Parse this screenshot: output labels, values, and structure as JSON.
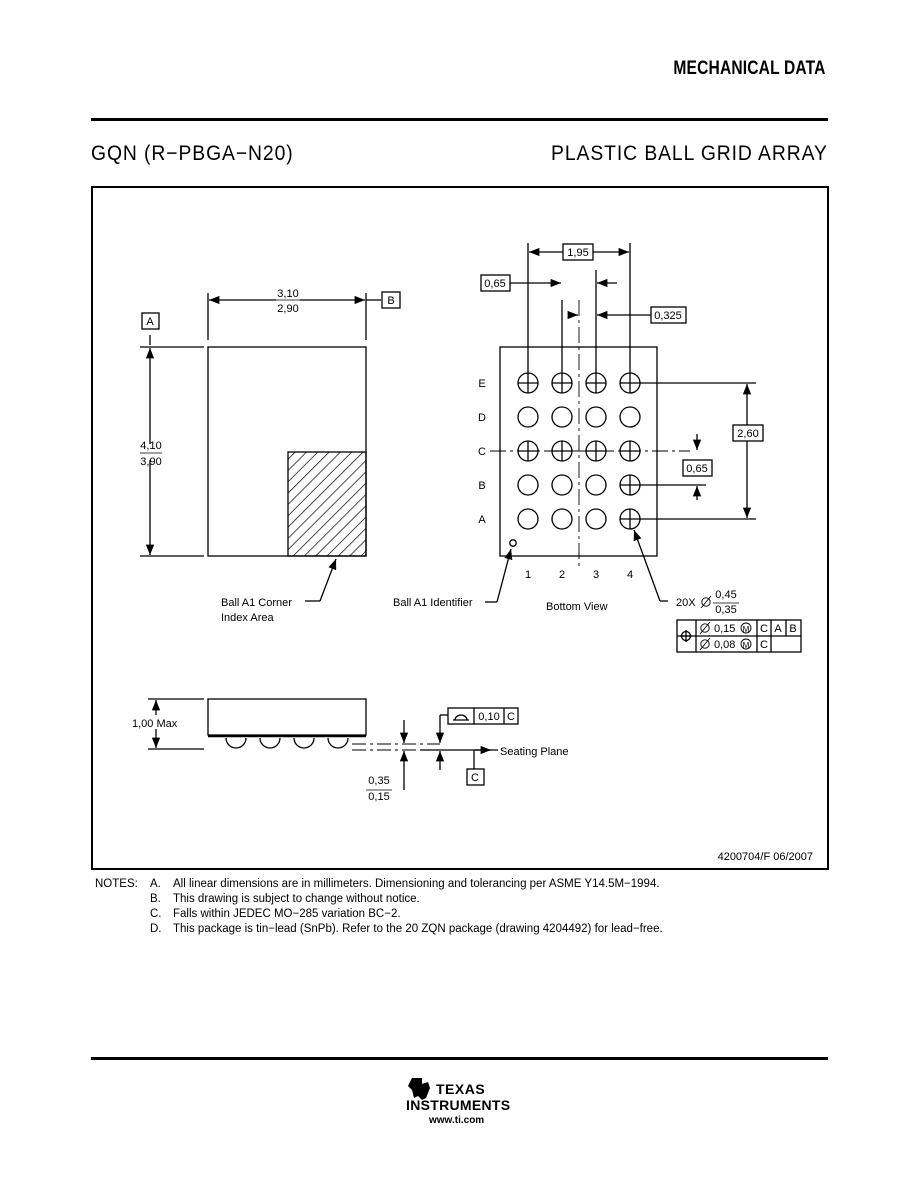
{
  "header": {
    "section_title": "MECHANICAL DATA",
    "package_code": "GQN (R−PBGA−N20)",
    "package_type": "PLASTIC BALL GRID ARRAY"
  },
  "drawing": {
    "datum_a": "A",
    "datum_b": "B",
    "datum_c": "C",
    "width_max": "3,10",
    "width_min": "2,90",
    "length_max": "4,10",
    "length_min": "3,90",
    "pitch_span": "1,95",
    "pitch": "0,65",
    "half_pitch": "0,325",
    "row_span": "2,60",
    "row_pitch": "0,65",
    "row_labels": [
      "E",
      "D",
      "C",
      "B",
      "A"
    ],
    "col_labels": [
      "1",
      "2",
      "3",
      "4"
    ],
    "ball_a1_corner": [
      "Ball A1 Corner",
      "Index Area"
    ],
    "ball_a1_identifier": "Ball A1 Identifier",
    "bottom_view": "Bottom View",
    "ball_count": "20X",
    "ball_dia_max": "0,45",
    "ball_dia_min": "0,35",
    "tol1": "0,15",
    "tol2": "0,08",
    "height_max": "1,00 Max",
    "coplanarity": "0,10",
    "seating_plane": "Seating Plane",
    "standoff_max": "0,35",
    "standoff_min": "0,15",
    "drawing_number": "4200704/F  06/2007"
  },
  "notes": {
    "label": "NOTES:",
    "items": [
      {
        "key": "A.",
        "text": "All linear dimensions are in millimeters.  Dimensioning and tolerancing per ASME Y14.5M−1994."
      },
      {
        "key": "B.",
        "text": "This drawing is subject to change without notice."
      },
      {
        "key": "C.",
        "text": "Falls within JEDEC MO−285 variation BC−2."
      },
      {
        "key": "D.",
        "text": "This package is tin−lead (SnPb).  Refer to the 20 ZQN package (drawing 4204492) for lead−free."
      }
    ]
  },
  "footer": {
    "brand_line1": "Texas",
    "brand_line2": "Instruments",
    "url": "www.ti.com"
  }
}
